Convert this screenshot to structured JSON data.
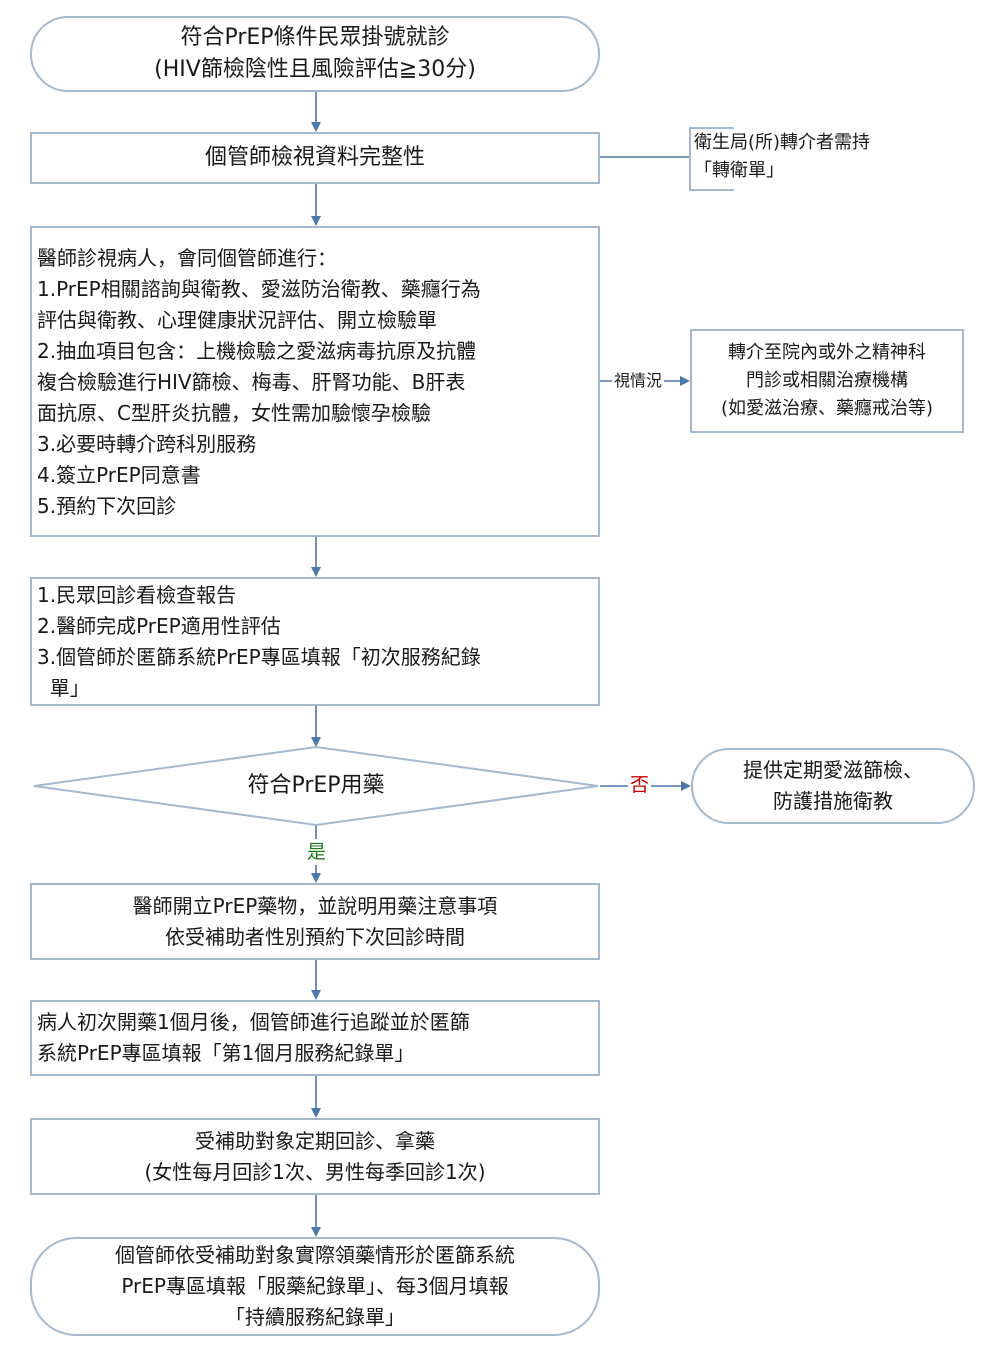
{
  "nodes": {
    "start": {
      "lines": [
        "符合PrEP條件民眾掛號就診",
        "(HIV篩檢陰性且風險評估≧30分)"
      ]
    },
    "review": {
      "text": "個管師檢視資料完整性"
    },
    "note_referral": {
      "lines": [
        "衛生局(所)轉介者需持",
        "「轉衛單」"
      ]
    },
    "consult": {
      "lines": [
        "醫師診視病人，會同個管師進行：",
        "1.PrEP相關諮詢與衛教、愛滋防治衛教、藥癮行為",
        "評估與衛教、心理健康狀況評估、開立檢驗單",
        "2.抽血項目包含：上機檢驗之愛滋病毒抗原及抗體",
        "複合檢驗進行HIV篩檢、梅毒、肝腎功能、B肝表",
        "面抗原、C型肝炎抗體，女性需加驗懷孕檢驗",
        "3.必要時轉介跨科別服務",
        "4.簽立PrEP同意書",
        "5.預約下次回診"
      ]
    },
    "refer_out": {
      "lines": [
        "轉介至院內或外之精神科",
        "門診或相關治療機構",
        "(如愛滋治療、藥癮戒治等)"
      ]
    },
    "followup_report": {
      "lines": [
        "1.民眾回診看檢查報告",
        "2.醫師完成PrEP適用性評估",
        "3.個管師於匿篩系統PrEP專區填報「初次服務紀錄",
        "  單」"
      ]
    },
    "decision": {
      "text": "符合PrEP用藥"
    },
    "no_branch": {
      "lines": [
        "提供定期愛滋篩檢、",
        "防護措施衛教"
      ]
    },
    "prescribe": {
      "lines": [
        "醫師開立PrEP藥物，並說明用藥注意事項",
        "依受補助者性別預約下次回診時間"
      ]
    },
    "month1": {
      "lines": [
        "病人初次開藥1個月後，個管師進行追蹤並於匿篩",
        "系統PrEP專區填報「第1個月服務紀錄單」"
      ]
    },
    "regular_visit": {
      "lines": [
        "受補助對象定期回診、拿藥",
        "(女性每月回診1次、男性每季回診1次)"
      ]
    },
    "end": {
      "lines": [
        "個管師依受補助對象實際領藥情形於匿篩系統",
        "PrEP專區填報「服藥紀錄單」、每3個月填報",
        "「持續服務紀錄單」"
      ]
    }
  },
  "edge_labels": {
    "as_needed": "視情況",
    "no": "否",
    "yes": "是"
  },
  "colors": {
    "border": "#a6b9cc",
    "arrow": "#4a78a8",
    "no_label": "#cc0000",
    "yes_label": "#1f7a1f",
    "text": "#1a1a1a"
  }
}
